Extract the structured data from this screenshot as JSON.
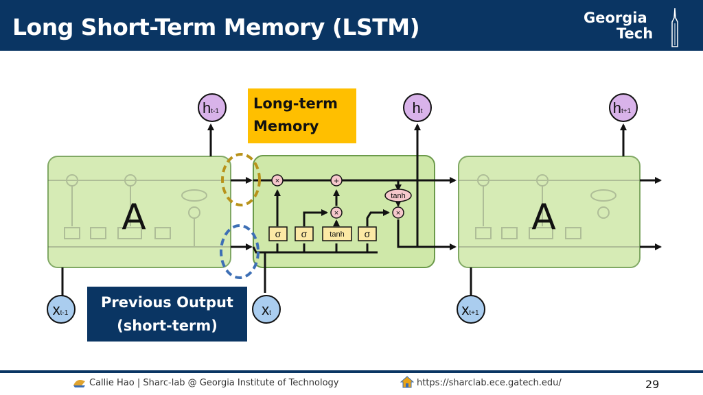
{
  "header": {
    "title": "Long Short-Term Memory (LSTM)",
    "logo_line1": "Georgia",
    "logo_line2": "Tech"
  },
  "diagram": {
    "cells": [
      "A",
      "A"
    ],
    "outputs": [
      {
        "base": "h",
        "sub": "t-1"
      },
      {
        "base": "h",
        "sub": "t"
      },
      {
        "base": "h",
        "sub": "t+1"
      }
    ],
    "inputs": [
      {
        "base": "x",
        "sub": "t-1"
      },
      {
        "base": "x",
        "sub": "t"
      },
      {
        "base": "x",
        "sub": "t+1"
      }
    ],
    "gates": [
      "σ",
      "σ",
      "tanh",
      "σ"
    ],
    "ops": [
      "×",
      "+",
      "×",
      "×"
    ],
    "tanh_label": "tanh",
    "callout_long_term": [
      "Long-term",
      "Memory"
    ],
    "callout_previous_output": [
      "Previous Output",
      "(short-term)"
    ]
  },
  "colors": {
    "header_bg": "#0a3563",
    "cell_fill": "#cfe8a9",
    "cell_stroke": "#6b9a4a",
    "gate_fill": "#fce9a5",
    "op_fill": "#f6c8cc",
    "output_node": "#d9b3ea",
    "input_node": "#aacdef",
    "callout_orange": "#ffbf00",
    "dashed_gold": "#b8921a",
    "dashed_blue": "#3d6fb5"
  },
  "footer": {
    "left_text": "Callie Hao | Sharc-lab @ Georgia Institute of Technology",
    "right_text": "https://sharclab.ece.gatech.edu/",
    "page": "29"
  }
}
